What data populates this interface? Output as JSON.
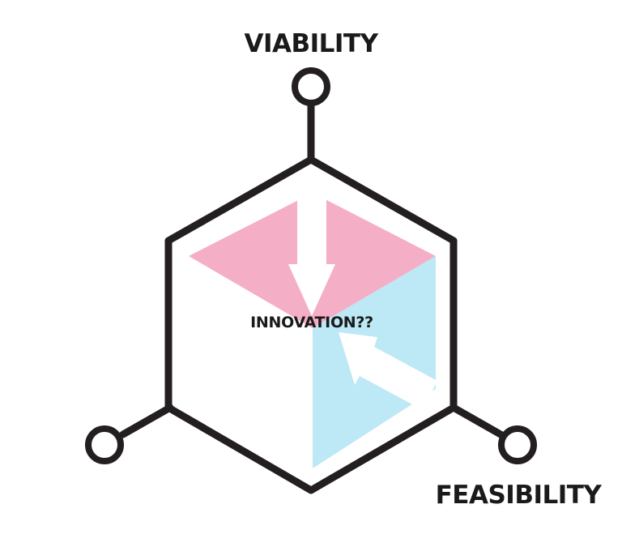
{
  "labels": {
    "top": "VIABILITY",
    "bottom_right": "FEASIBILITY",
    "center": "INNOVATION??"
  },
  "colors": {
    "stroke": "#231f20",
    "pink_region": "#f4afc6",
    "blue_region": "#bde8f6",
    "arrow": "#ffffff"
  },
  "icons": {
    "top_node": "ring-node-icon",
    "bottom_left_node": "ring-node-icon",
    "bottom_right_node": "ring-node-icon"
  }
}
